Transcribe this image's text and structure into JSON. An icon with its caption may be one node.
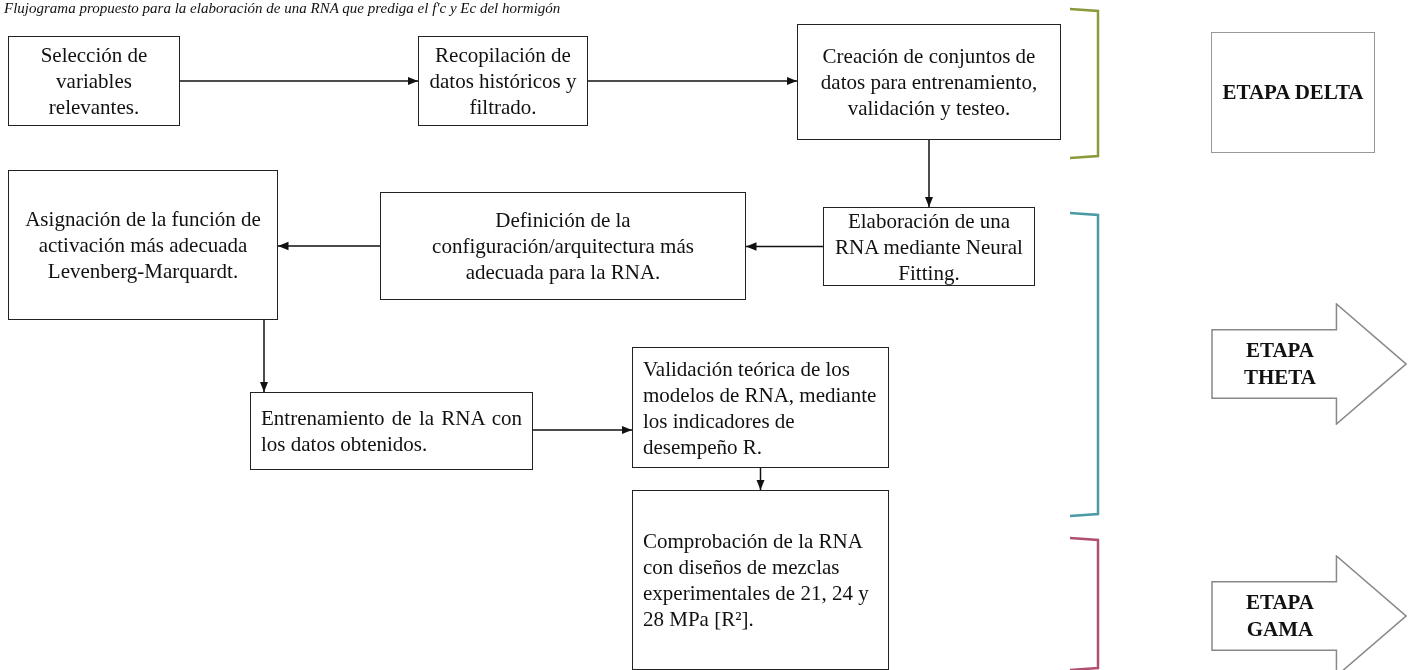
{
  "diagram": {
    "title": "Flujograma propuesto para la elaboración de una RNA que prediga el f'c y Ec del hormigón",
    "nodes": [
      {
        "text": [
          "Selección de variables relevantes."
        ]
      },
      {
        "text": [
          "Recopilación de datos históricos y filtrado."
        ]
      },
      {
        "text": [
          "Creación de conjuntos de datos para entrenamiento, validación y testeo."
        ]
      },
      {
        "text": [
          "ETAPA DELTA"
        ]
      },
      {
        "text": [
          "Elaboración de una RNA mediante Neural Fitting."
        ]
      },
      {
        "text": [
          "Definición de la configuración/arquitectura más adecuada para la RNA."
        ]
      },
      {
        "text": [
          "Asignación de la función de activación más adecuada Levenberg-Marquardt."
        ]
      },
      {
        "text": [
          "Entrenamiento de la RNA con los datos obtenidos."
        ]
      },
      {
        "text": [
          "Validación teórica de los modelos de RNA, mediante los indicadores de desempeño R."
        ]
      },
      {
        "text": [
          "ETAPA THETA"
        ]
      },
      {
        "text": [
          "Comprobación de la RNA con diseños de mezclas experimentales de 21, 24 y 28 MPa [R²]."
        ]
      },
      {
        "text": [
          "ETAPA GAMA"
        ]
      }
    ],
    "edges": [
      {
        "from": 0,
        "to": 1,
        "arrow": "to"
      },
      {
        "from": 1,
        "to": 2,
        "arrow": "to"
      },
      {
        "from": 2,
        "to": 4,
        "arrow": "to"
      },
      {
        "from": 4,
        "to": 5,
        "arrow": "to"
      },
      {
        "from": 5,
        "to": 6,
        "arrow": "to"
      },
      {
        "from": 6,
        "to": 7,
        "arrow": "to"
      },
      {
        "from": 7,
        "to": 8,
        "arrow": "to"
      },
      {
        "from": 8,
        "to": 10,
        "arrow": "to"
      }
    ]
  }
}
